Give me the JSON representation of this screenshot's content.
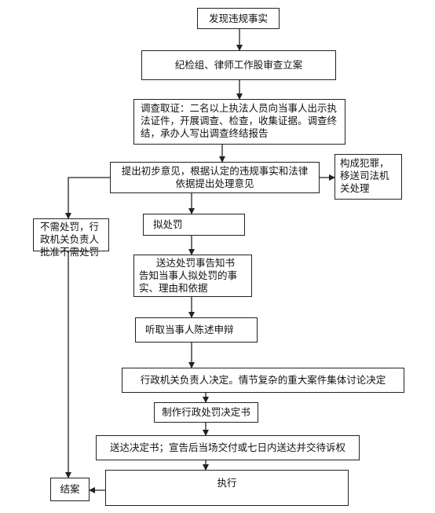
{
  "nodes": {
    "discover": "发现违规事实",
    "file_case": "纪检组、律师工作股审查立案",
    "investigate": "调查取证：二名以上执法人员向当事人出示执法证件，开展调查、检查，收集证据。调查终结，承办人写出调查终结报告",
    "opinion": "提出初步意见，根据认定的违规事实和法律依据提出处理意见",
    "crime": "构成犯罪，移送司法机关处理",
    "no_penalty": "不需处罚，行政机关负责人批准不需处罚",
    "proposed": "拟处罚",
    "notice_title": "送达处罚事告知书",
    "notice_body": "告知当事人拟处罚的事实、理由和依据",
    "hearing": "听取当事人陈述申辩",
    "decision": "行政机关负责人决定。情节复杂的重大案件集体讨论决定",
    "make_doc": "制作行政处罚决定书",
    "deliver": "送达决定书；宣告后当场交付或七日内送达并交待诉权",
    "execute": "执行",
    "close": "结案"
  }
}
